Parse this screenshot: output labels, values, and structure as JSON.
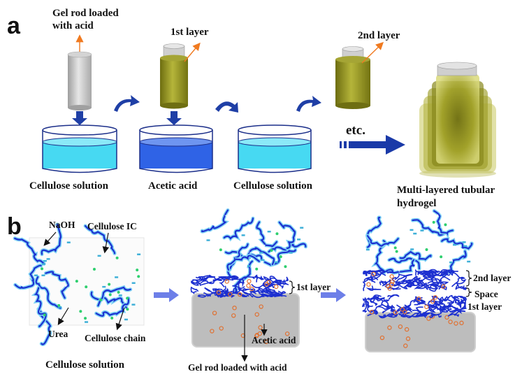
{
  "panel_a": {
    "letter": "a",
    "gel_rod_label_line1": "Gel rod loaded",
    "gel_rod_label_line2": "with acid",
    "first_layer": "1st layer",
    "second_layer": "2nd layer",
    "etc": "etc.",
    "steps": [
      "Cellulose solution",
      "Acetic acid",
      "Cellulose solution"
    ],
    "result_line1": "Multi-layered tubular",
    "result_line2": "hydrogel"
  },
  "panel_b": {
    "letter": "b",
    "naoh": "NaOH",
    "cellulose_ic": "Cellulose IC",
    "urea": "Urea",
    "cellulose_chain": "Cellulose chain",
    "cellulose_solution": "Cellulose solution",
    "first_layer": "1st layer",
    "acetic_acid": "Acetic acid",
    "gel_rod": "Gel rod loaded with acid",
    "second_layer": "2nd layer",
    "space": "Space",
    "first_layer_right": "1st layer"
  },
  "colors": {
    "olive": "#9a9a1e",
    "cellulose_solution": "#47d9f2",
    "acetic_acid": "#2f63e6",
    "arrow_blue": "#1f3fa6",
    "chain_blue": "#1c2fd0",
    "chain_halo": "#7fd3f5",
    "naoh_dot": "#3fb0d8",
    "urea_dot": "#2ecf6e",
    "acid_dot": "#e07030",
    "gel_gray": "#bdbdbd",
    "pointer_orange": "#f07a20"
  }
}
